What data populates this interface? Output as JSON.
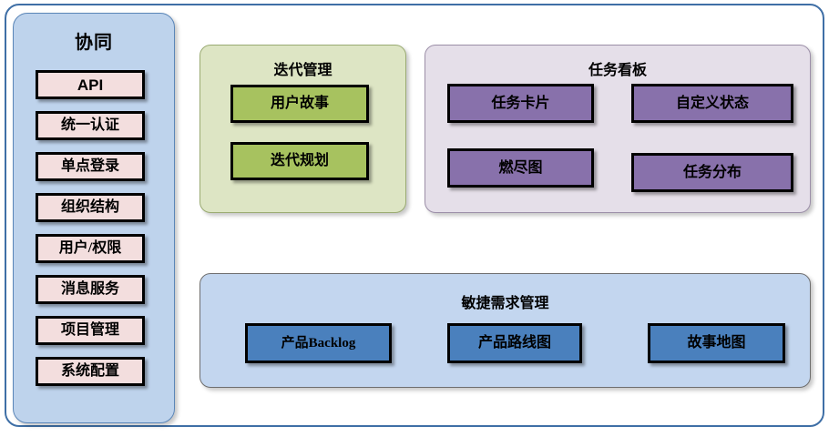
{
  "diagram": {
    "title_semantic": "agile-project-management-architecture",
    "background": "#ffffff",
    "outer_border_color": "#3f6fa6"
  },
  "sidebar": {
    "title": "协同",
    "background": "#bed3ec",
    "item_background": "#f3dede",
    "items": [
      {
        "label": "API"
      },
      {
        "label": "统一认证"
      },
      {
        "label": "单点登录"
      },
      {
        "label": "组织结构"
      },
      {
        "label": "用户/权限"
      },
      {
        "label": "消息服务"
      },
      {
        "label": "项目管理"
      },
      {
        "label": "系统配置"
      }
    ]
  },
  "panels": {
    "iteration": {
      "title": "迭代管理",
      "background": "#dde5c4",
      "node_color": "#a7c25f",
      "nodes": [
        {
          "label": "用户故事"
        },
        {
          "label": "迭代规划"
        }
      ]
    },
    "taskboard": {
      "title": "任务看板",
      "background": "#e5dfe9",
      "node_color": "#8871ab",
      "nodes": [
        {
          "label": "任务卡片"
        },
        {
          "label": "自定义状态"
        },
        {
          "label": "燃尽图"
        },
        {
          "label": "任务分布"
        }
      ]
    },
    "agile": {
      "title": "敏捷需求管理",
      "background": "#c3d6ef",
      "node_color": "#4a80bd",
      "nodes": [
        {
          "label": "产品Backlog"
        },
        {
          "label": "产品路线图"
        },
        {
          "label": "故事地图"
        }
      ]
    }
  }
}
